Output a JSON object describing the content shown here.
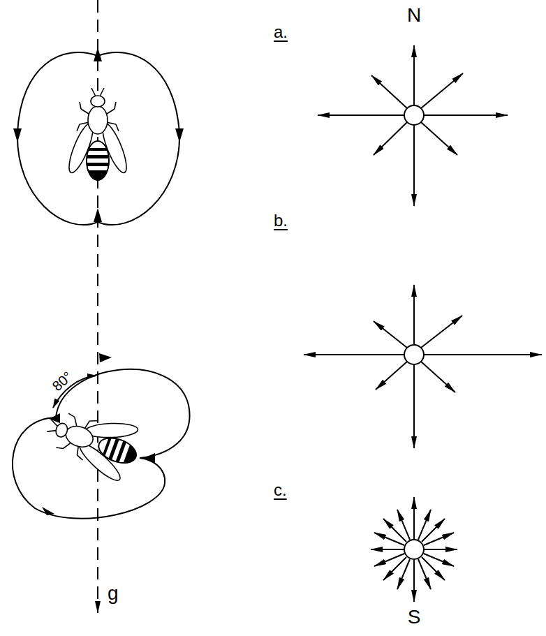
{
  "diagram": {
    "labels": [
      "a.",
      "N",
      "b.",
      "c.",
      "S",
      "80°",
      "g"
    ]
  }
}
